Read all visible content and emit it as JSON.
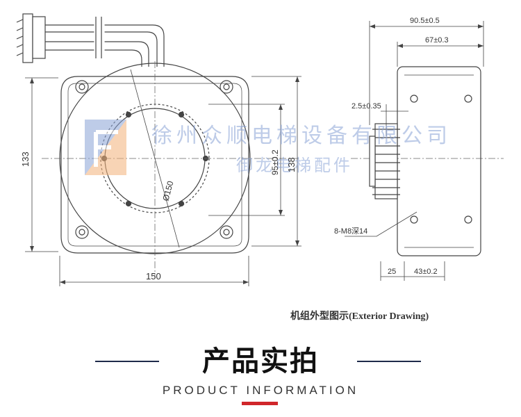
{
  "drawing": {
    "dims": {
      "width_150": "150",
      "height_133": "133",
      "height_138": "138",
      "inner_95": "95±0.2",
      "diameter_150": "Ø150",
      "side_total": "90.5±0.5",
      "side_67": "67±0.3",
      "side_offset": "2.5±0.35",
      "bottom_25": "25",
      "bottom_43": "43±0.2",
      "holes": "8-M8深14"
    },
    "watermark": {
      "company": "徐州众顺电梯设备有限公司",
      "sub": "御龙电梯配件"
    },
    "caption": "机组外型图示(Exterior Drawing)"
  },
  "section": {
    "title": "产品实拍",
    "subtitle": "PRODUCT INFORMATION"
  },
  "colors": {
    "line": "#444444",
    "accent": "#d0262a",
    "navy": "#1e2a4a",
    "watermark_blue": "#8aa3d6",
    "watermark_orange": "#f3b27a"
  }
}
